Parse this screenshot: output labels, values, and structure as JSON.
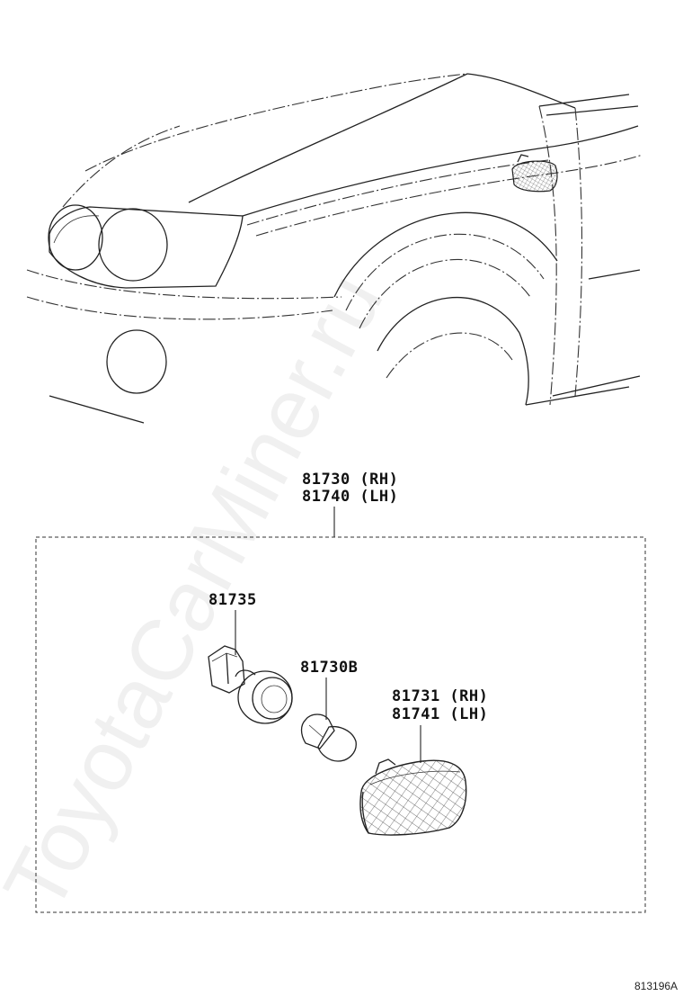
{
  "diagram": {
    "watermark": "ToyotaCarMiner.ru",
    "figure_ref": "813196A",
    "assembly": {
      "part_rh": "81730 (RH)",
      "part_lh": "81740 (LH)"
    },
    "parts": {
      "socket": "81735",
      "bulb": "81730B",
      "lens_rh": "81731 (RH)",
      "lens_lh": "81741 (LH)"
    }
  }
}
